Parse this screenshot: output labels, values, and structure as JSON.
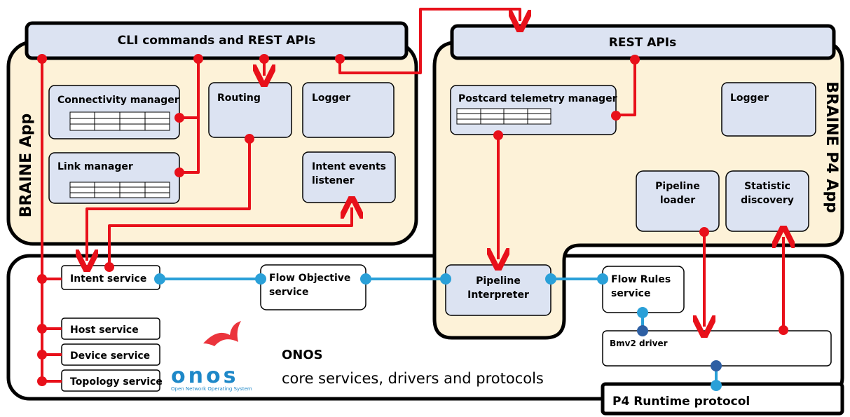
{
  "header_left": "CLI commands and REST APIs",
  "header_right": "REST APIs",
  "app_left_title": "BRAINE App",
  "app_right_title": "BRAINE P4 App",
  "left_app": {
    "connectivity_manager": "Connectivity manager",
    "routing": "Routing",
    "logger": "Logger",
    "link_manager": "Link manager",
    "intent_events_line1": "Intent events",
    "intent_events_line2": "listener"
  },
  "right_app": {
    "postcard_manager": "Postcard telemetry manager",
    "logger": "Logger",
    "pipeline_loader_line1": "Pipeline",
    "pipeline_loader_line2": "loader",
    "statistic_line1": "Statistic",
    "statistic_line2": "discovery",
    "pipeline_interp_line1": "Pipeline",
    "pipeline_interp_line2": "Interpreter"
  },
  "onos_services": {
    "intent": "Intent service",
    "flow_objective_line1": "Flow Objective",
    "flow_objective_line2": "service",
    "flow_rules_line1": "Flow Rules",
    "flow_rules_line2": "service",
    "host": "Host service",
    "device": "Device service",
    "topology": "Topology service",
    "bmv2": "Bmv2 driver",
    "p4runtime": "P4 Runtime protocol"
  },
  "onos": {
    "title": "ONOS",
    "subtitle": "core services, drivers and protocols",
    "logo_text": "onos",
    "logo_tagline": "Open Network Operating System"
  },
  "colors": {
    "box_fill": "#dce3f2",
    "app_fill": "#fdf2d8",
    "red": "#e8101a",
    "blue": "#2aa0d8",
    "dark_blue": "#2e5fa3"
  }
}
